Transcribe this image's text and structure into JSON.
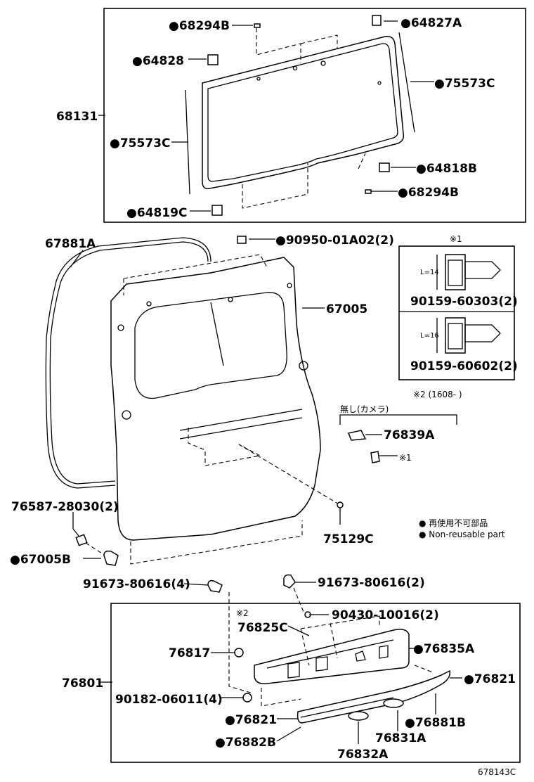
{
  "labels": {
    "p68294B_top": "●68294B",
    "p64827A": "●64827A",
    "p64828": "●64828",
    "p75573C_r": "●75573C",
    "p68131": "68131",
    "p75573C_l": "●75573C",
    "p64818B": "●64818B",
    "p68294B_bot": "●68294B",
    "p64819C": "●64819C",
    "p67881A": "67881A",
    "p90950": "●90950-01A02(2)",
    "p67005": "67005",
    "p76587": "76587-28030(2)",
    "p67005B": "●67005B",
    "p75129C": "75129C",
    "p76839A": "76839A",
    "p_note1": "※1",
    "camera_note": "無し(カメラ)",
    "p91673_l": "91673-80616(4)",
    "p91673_r": "91673-80616(2)",
    "p90430": "90430-10016(2)",
    "note2_mark": "※2",
    "p76825C": "76825C",
    "p76817": "76817",
    "p76835A": "●76835A",
    "p76801": "76801",
    "p76821_r": "●76821",
    "p90182": "90182-06011(4)",
    "p76821_l": "●76821",
    "p76881B": "●76881B",
    "p76882B": "●76882B",
    "p76831A": "76831A",
    "p76832A": "76832A",
    "diagram_id": "678143C"
  },
  "inset": {
    "mark": "※1",
    "len1": "L=14",
    "part1": "90159-60303(2)",
    "len2": "L=16",
    "part2": "90159-60602(2)",
    "footnote": "※2 (1608-     )"
  },
  "legend": {
    "line1": "● 再使用不可部品",
    "line2": "● Non-reusable part"
  }
}
